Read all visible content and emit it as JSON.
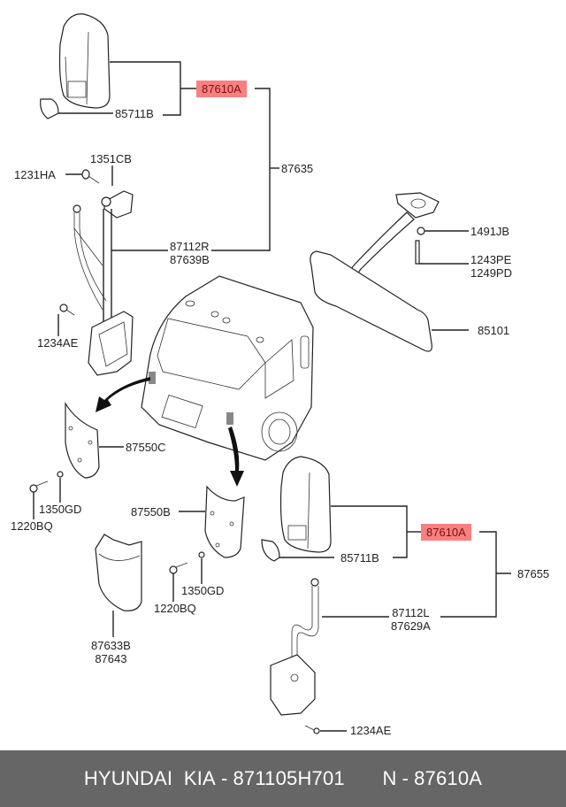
{
  "diagram": {
    "title": "Mirror assembly parts diagram",
    "highlight_color": "#f98080",
    "labels": {
      "top_assembly": "87610A",
      "top_mirror_glass": "85711B",
      "top_group": "87635",
      "bolt_1231": "1231HA",
      "bolt_1351": "1351CB",
      "top_stay": [
        "87112R",
        "87639B"
      ],
      "top_screw": "1234AE",
      "inner_nut": "1491JB",
      "inner_bolts": [
        "1243PE",
        "1249PD"
      ],
      "inner_mirror": "85101",
      "left_cover": "87550C",
      "left_washer": "1350GD",
      "left_screw": "1220BQ",
      "right_cover": "87550B",
      "right_washer": "1350GD",
      "right_screw": "1220BQ",
      "lower_cover": [
        "87633B",
        "87643"
      ],
      "bottom_assembly": "87610A",
      "bottom_mirror_glass": "85711B",
      "bottom_group": "87655",
      "bottom_stay": [
        "87112L",
        "87629A"
      ],
      "bottom_screw": "1234AE"
    }
  },
  "footer": {
    "brand": "HYUNDAI  KIA",
    "sep1": "-",
    "part_number": "871105H701",
    "n_label": "N",
    "sep2": "-",
    "n_value": "87610A"
  }
}
